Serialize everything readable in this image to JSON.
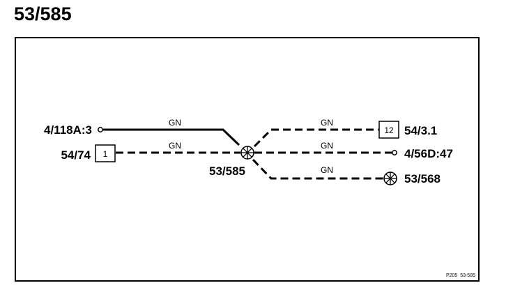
{
  "title": "53/585",
  "diagram": {
    "left_connectors": [
      {
        "label": "4/118A:3",
        "terminal": "pin",
        "wire_color": "GN",
        "wire_style": "solid"
      },
      {
        "label": "54/74",
        "terminal": "box",
        "box_number": "1",
        "wire_color": "GN",
        "wire_style": "dashed"
      }
    ],
    "splice_label": "53/585",
    "right_connectors": [
      {
        "label": "54/3.1",
        "terminal": "box",
        "box_number": "12",
        "wire_color": "GN",
        "wire_style": "dashed"
      },
      {
        "label": "4/56D:47",
        "terminal": "pin",
        "wire_color": "GN",
        "wire_style": "dashed"
      },
      {
        "label": "53/568",
        "terminal": "splice",
        "wire_color": "GN",
        "wire_style": "dashed"
      }
    ],
    "reference": "P205  53-585"
  }
}
